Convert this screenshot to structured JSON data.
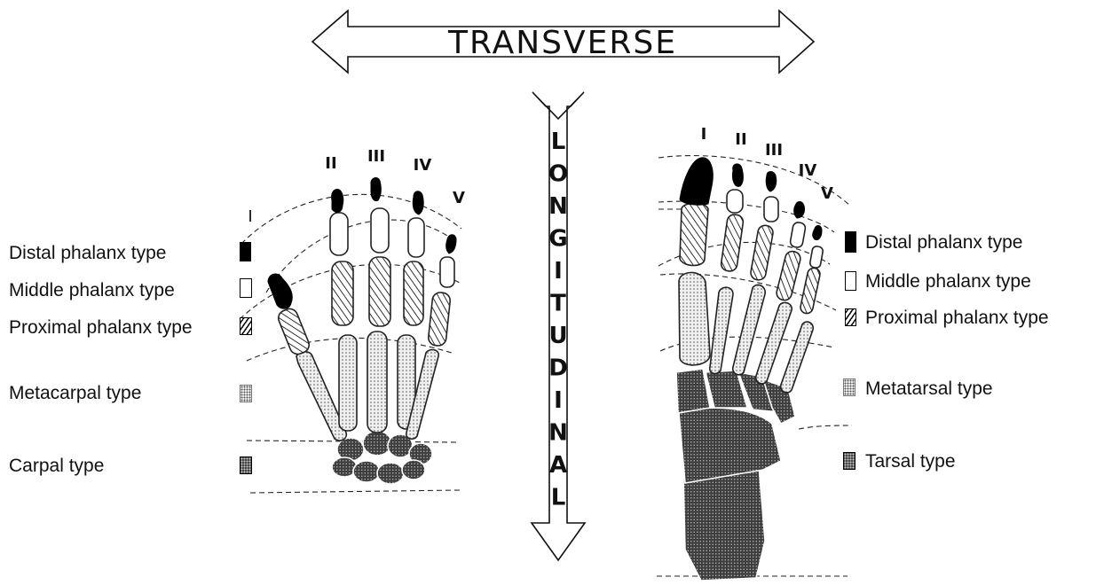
{
  "axes": {
    "transverse": "TRANSVERSE",
    "longitudinal": [
      "L",
      "O",
      "N",
      "G",
      "I",
      "T",
      "U",
      "D",
      "I",
      "N",
      "A",
      "L"
    ]
  },
  "hand": {
    "digits": [
      "I",
      "II",
      "III",
      "IV",
      "V"
    ],
    "legend": {
      "distal": "Distal phalanx type",
      "middle": "Middle phalanx type",
      "proximal": "Proximal phalanx type",
      "metacarpal": "Metacarpal type",
      "carpal": "Carpal type"
    }
  },
  "foot": {
    "digits": [
      "I",
      "II",
      "III",
      "IV",
      "V"
    ],
    "legend": {
      "distal": "Distal phalanx type",
      "middle": "Middle phalanx type",
      "proximal": "Proximal phalanx type",
      "metatarsal": "Metatarsal type",
      "tarsal": "Tarsal type"
    }
  },
  "colors": {
    "ink": "#111111",
    "distal_fill": "#000000",
    "dark_bone": "#444444",
    "stipple_bone": "#eeeeee",
    "background": "#ffffff"
  }
}
